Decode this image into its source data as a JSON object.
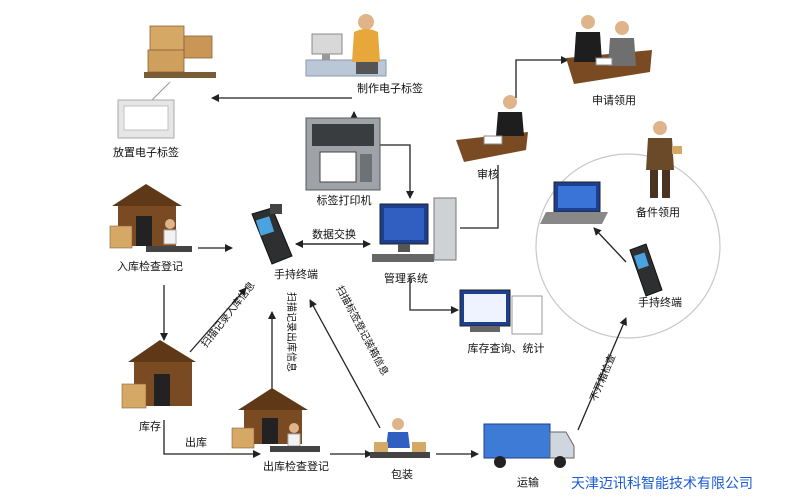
{
  "labels": {
    "place_tag": "放置电子标签",
    "make_tag": "制作电子标签",
    "apply": "申请领用",
    "review": "审核",
    "printer": "标签打印机",
    "inbound": "入库检查登记",
    "handheld": "手持终端",
    "data_exchange": "数据交换",
    "mgmt": "管理系统",
    "spare": "备件领用",
    "handheld2": "手持终端",
    "inventory": "库存查询、统计",
    "warehouse": "库存",
    "out": "出库",
    "outbound": "出库检查登记",
    "pack": "包装",
    "transport": "运输",
    "scan1": "扫描记录入库信息",
    "scan2": "扫描记录出库信息",
    "scan3": "扫描标签登记装箱信息",
    "unpack_check": "不开箱检查"
  },
  "company": "天津迈讯科智能技术有限公司",
  "colors": {
    "company": "#1a5bd1",
    "arrow": "#222222",
    "house": "#7a4a22",
    "box": "#d6a866",
    "screen": "#1d3f8f",
    "circle": "#c8c8c8"
  }
}
